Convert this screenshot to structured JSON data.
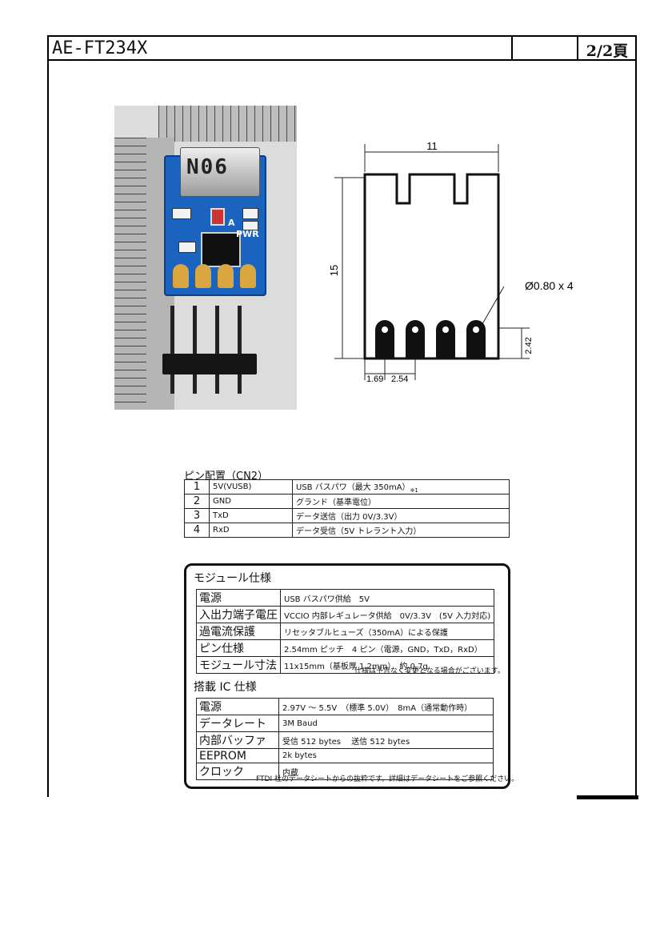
{
  "header": {
    "model": "AE-FT234X",
    "page": "2/2頁"
  },
  "photo": {
    "usb_marking": "N06",
    "pwr_label": "PWR",
    "a_label": "A"
  },
  "drawing": {
    "width_dim": "11",
    "height_dim": "15",
    "hole_dim": "Ø0.80 x 4",
    "edge_dim": "2.42",
    "offset_dim": "1.69",
    "pitch_dim": "2.54"
  },
  "pin_section": {
    "title": "ピン配置（CN2）",
    "rows": [
      {
        "no": "1",
        "name": "5V(VUSB)",
        "desc": "USB バスパワ（最大 350mA）",
        "note": "※1"
      },
      {
        "no": "2",
        "name": "GND",
        "desc": "グランド（基準電位）",
        "note": ""
      },
      {
        "no": "3",
        "name": "TxD",
        "desc": "データ送信（出力 0V/3.3V）",
        "note": ""
      },
      {
        "no": "4",
        "name": "RxD",
        "desc": "データ受信（5V トレラント入力）",
        "note": ""
      }
    ]
  },
  "module_spec": {
    "title": "モジュール仕様",
    "rows": [
      {
        "key": "電源",
        "value": "USB バスパワ供給　5V"
      },
      {
        "key": "入出力端子電圧",
        "value": "VCCIO 内部レギュレータ供給　0V/3.3V　(5V 入力対応)"
      },
      {
        "key": "過電流保護",
        "value": "リセッタブルヒューズ（350mA）による保護"
      },
      {
        "key": "ピン仕様",
        "value": "2.54mm ピッチ　4 ピン（電源，GND，TxD，RxD）"
      },
      {
        "key": "モジュール寸法",
        "value": "11x15mm（基板厚 1.2mm）　約 0.7g"
      }
    ],
    "note": "仕様は予告なく変更となる場合がございます。"
  },
  "ic_spec": {
    "title": "搭載 IC 仕様",
    "rows": [
      {
        "key": "電源",
        "value": "2.97V ～ 5.5V　（標準 5.0V）　8mA（通常動作時）"
      },
      {
        "key": "データレート",
        "value": "3M Baud"
      },
      {
        "key": "内部バッファ",
        "value": "受信 512 bytes　 送信 512 bytes"
      },
      {
        "key": "EEPROM",
        "value": "2k bytes"
      },
      {
        "key": "クロック",
        "value": "内蔵"
      }
    ],
    "note": "FTDI 社のデータシートからの抜粋です。詳細はデータシートをご参照ください。"
  }
}
